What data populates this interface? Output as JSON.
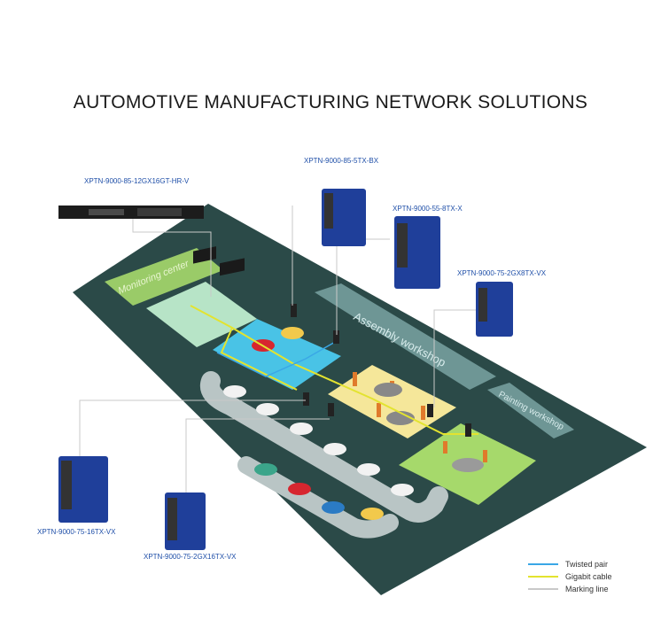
{
  "title": "AUTOMOTIVE MANUFACTURING NETWORK SOLUTIONS",
  "areas": {
    "monitoring_center": "Monitoring center",
    "assembly_workshop": "Assembly workshop",
    "painting_workshop": "Painting workshop"
  },
  "devices": [
    {
      "model": "XPTN-9000-85-12GX16GT-HR-V"
    },
    {
      "model": "XPTN-9000-85-5TX-BX"
    },
    {
      "model": "XPTN-9000-55-8TX-X"
    },
    {
      "model": "XPTN-9000-75-2GX8TX-VX"
    },
    {
      "model": "XPTN-9000-75-16TX-VX"
    },
    {
      "model": "XPTN-9000-75-2GX16TX-VX"
    }
  ],
  "legend": [
    {
      "label": "Twisted pair",
      "color": "#3aa7e6"
    },
    {
      "label": "Gigabit cable",
      "color": "#e3e32f"
    },
    {
      "label": "Marking line",
      "color": "#c9c9c9"
    }
  ],
  "colors": {
    "floor": "#2b4a48",
    "zone_green": "#a6d96b",
    "zone_cyan": "#49c3e6",
    "zone_yellow": "#f5e79a",
    "zone_gray": "#9fb7b6",
    "device_blue": "#1f3f9a"
  }
}
